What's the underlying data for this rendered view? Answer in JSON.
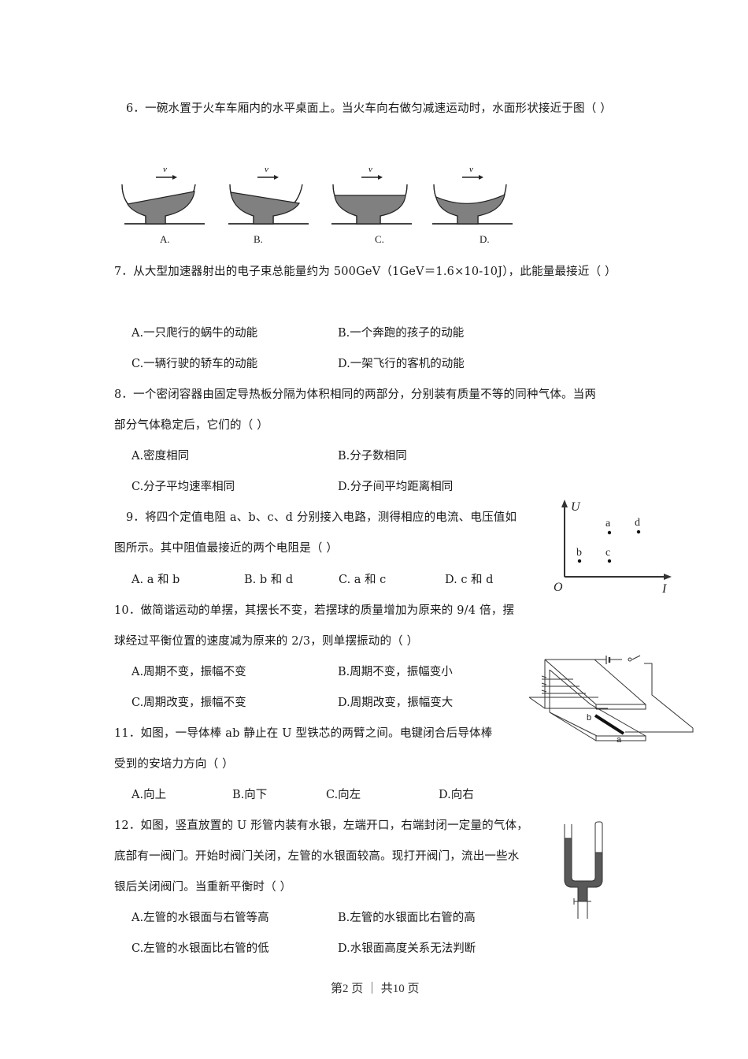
{
  "page": {
    "footer": "第2 页 ｜ 共10 页"
  },
  "questions": [
    {
      "number": "6",
      "lines": [
        "6．一碗水置于火车车厢内的水平桌面上。当火车向右做匀减速运动时，水面形状接近于图（  ）"
      ],
      "figure": {
        "type": "bowls",
        "velocity_label": "v",
        "labels": [
          "A.",
          "B.",
          "C.",
          "D."
        ]
      }
    },
    {
      "number": "7",
      "lines": [
        "7．从大型加速器射出的电子束总能量约为 500GeV（1GeV＝1.6×10-10J），此能量最接近（  ）"
      ],
      "options": [
        "A.一只爬行的蜗牛的动能",
        "B.一个奔跑的孩子的动能",
        "C.一辆行驶的轿车的动能",
        "D.一架飞行的客机的动能"
      ]
    },
    {
      "number": "8",
      "lines": [
        "8．一个密闭容器由固定导热板分隔为体积相同的两部分，分别装有质量不等的同种气体。当两",
        "部分气体稳定后，它们的（  ）"
      ],
      "options": [
        "A.密度相同",
        "B.分子数相同",
        "C.分子平均速率相同",
        "D.分子间平均距离相同"
      ]
    },
    {
      "number": "9",
      "lines": [
        "9．将四个定值电阻 a、b、c、d 分别接入电路，测得相应的电流、电压值如",
        "图所示。其中阻值最接近的两个电阻是（  ）"
      ],
      "options": [
        "A.  a 和 b",
        "B.  b 和 d",
        "C.  a 和 c",
        "D.  c 和 d"
      ],
      "figure": {
        "type": "scatter",
        "y_axis": "U",
        "x_axis": "I",
        "origin": "O",
        "points": [
          {
            "label": "a",
            "x": 2,
            "y": 2
          },
          {
            "label": "d",
            "x": 3,
            "y": 2
          },
          {
            "label": "b",
            "x": 1,
            "y": 1
          },
          {
            "label": "c",
            "x": 2,
            "y": 1
          }
        ]
      }
    },
    {
      "number": "10",
      "lines": [
        "10．做简谐运动的单摆，其摆长不变，若摆球的质量增加为原来的 9/4 倍，摆",
        "球经过平衡位置的速度减为原来的 2/3，则单摆振动的（  ）"
      ],
      "options": [
        "A.周期不变，振幅不变",
        "B.周期不变，振幅变小",
        "C.周期改变，振幅不变",
        "D.周期改变，振幅变大"
      ]
    },
    {
      "number": "11",
      "lines": [
        "11．如图，一导体棒 ab 静止在 U 型铁芯的两臂之间。电键闭合后导体棒",
        "受到的安培力方向（  ）"
      ],
      "options": [
        "A.向上",
        "B.向下",
        "C.向左",
        "D.向右"
      ],
      "figure": {
        "type": "u-core-electromagnet",
        "rod_labels": [
          "b",
          "a"
        ]
      }
    },
    {
      "number": "12",
      "lines": [
        "12．如图，竖直放置的 U 形管内装有水银，左端开口，右端封闭一定量的气体，",
        "底部有一阀门。开始时阀门关闭，左管的水银面较高。现打开阀门，流出一些水",
        "银后关闭阀门。当重新平衡时（  ）"
      ],
      "options": [
        "A.左管的水银面与右管等高",
        "B.左管的水银面比右管的高",
        "C.左管的水银面比右管的低",
        "D.水银面高度关系无法判断"
      ],
      "figure": {
        "type": "u-tube-mercury"
      }
    }
  ],
  "colors": {
    "text": "#1a1a1a",
    "fill_gray": "#808080",
    "mercury": "#595959"
  }
}
